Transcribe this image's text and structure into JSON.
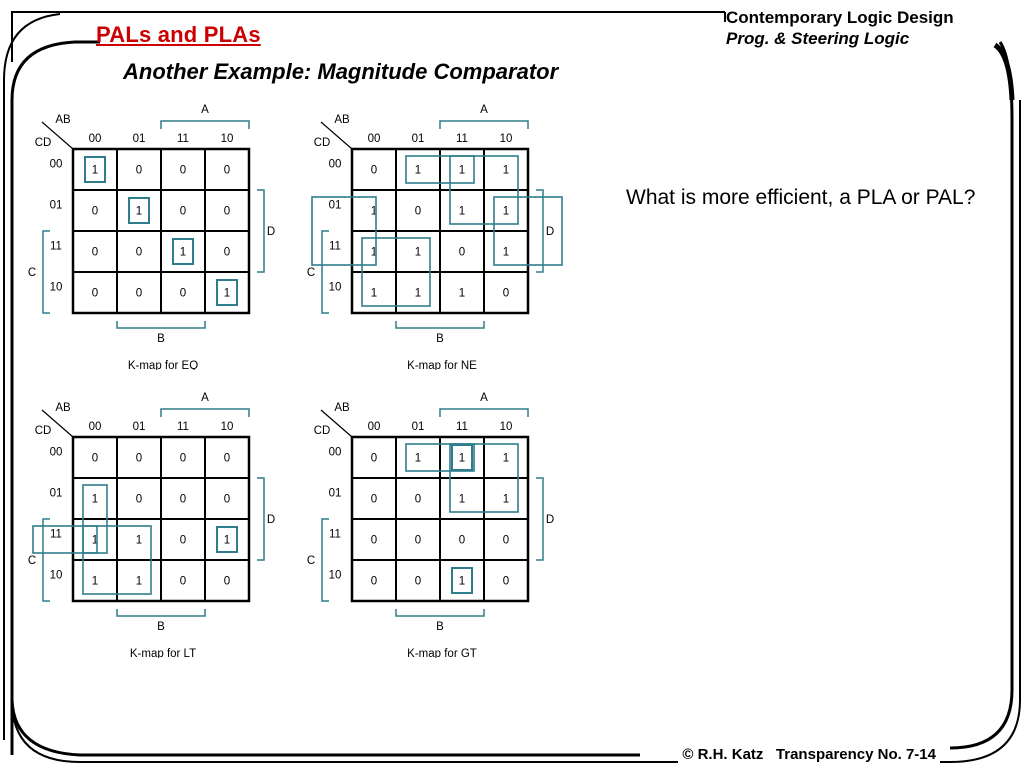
{
  "header": {
    "title": "PALs and PLAs",
    "course": "Contemporary  Logic Design",
    "section": "Prog. & Steering Logic"
  },
  "subtitle": "Another Example: Magnitude Comparator",
  "question": "What is more efficient, a PLA or PAL?",
  "footer": "© R.H. Katz   Transparency No. 7-14",
  "colors": {
    "title": "#cc0000",
    "group_outline": "#2e7d8c"
  },
  "kmap_labels": {
    "corner_top": "AB",
    "corner_left": "CD",
    "col_headers": [
      "00",
      "01",
      "11",
      "10"
    ],
    "row_headers": [
      "00",
      "01",
      "11",
      "10"
    ],
    "var_a": "A",
    "var_b": "B",
    "var_c": "C",
    "var_d": "D"
  },
  "kmaps": [
    {
      "caption": "K-map for  EQ",
      "cells": [
        [
          "1",
          "0",
          "0",
          "0"
        ],
        [
          "0",
          "1",
          "0",
          "0"
        ],
        [
          "0",
          "0",
          "1",
          "0"
        ],
        [
          "0",
          "0",
          "0",
          "1"
        ]
      ]
    },
    {
      "caption": "K-map for  NE",
      "cells": [
        [
          "0",
          "1",
          "1",
          "1"
        ],
        [
          "1",
          "0",
          "1",
          "1"
        ],
        [
          "1",
          "1",
          "0",
          "1"
        ],
        [
          "1",
          "1",
          "1",
          "0"
        ]
      ]
    },
    {
      "caption": "K-map for  LT",
      "cells": [
        [
          "0",
          "0",
          "0",
          "0"
        ],
        [
          "1",
          "0",
          "0",
          "0"
        ],
        [
          "1",
          "1",
          "0",
          "1"
        ],
        [
          "1",
          "1",
          "0",
          "0"
        ]
      ]
    },
    {
      "caption": "K-map for  GT",
      "cells": [
        [
          "0",
          "1",
          "1",
          "1"
        ],
        [
          "0",
          "0",
          "1",
          "1"
        ],
        [
          "0",
          "0",
          "0",
          "0"
        ],
        [
          "0",
          "0",
          "1",
          "0"
        ]
      ]
    }
  ]
}
